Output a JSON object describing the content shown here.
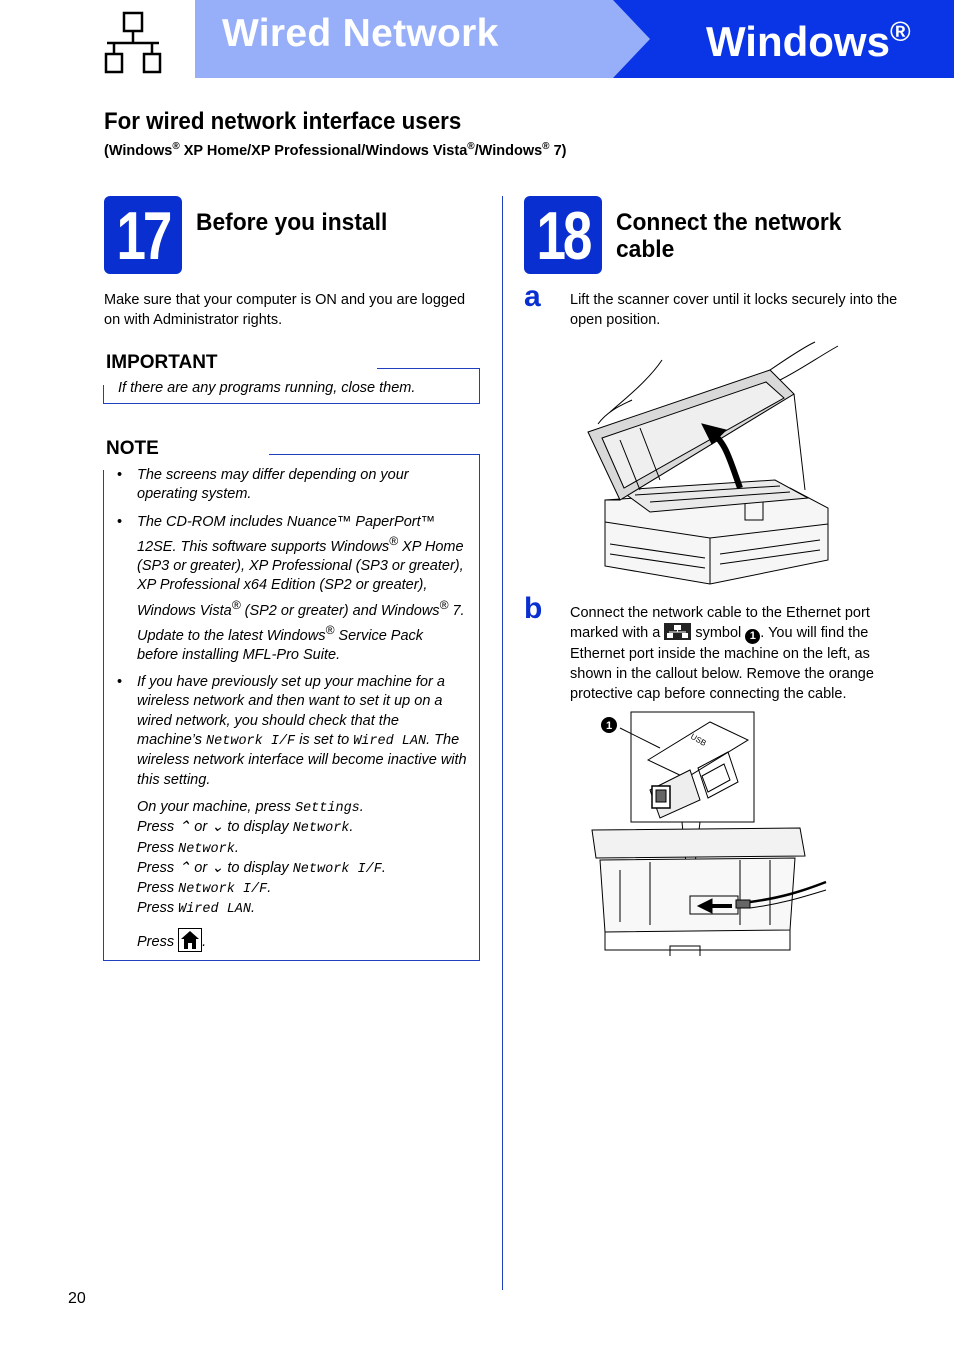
{
  "header": {
    "title": "Wired Network",
    "windows": "Windows",
    "reg": "®",
    "colors": {
      "band_light": "#97aef8",
      "band_dark": "#0a35e6",
      "accent": "#0a2fd1"
    }
  },
  "section": {
    "title": "For wired network interface users",
    "subtitle_parts": [
      "(Windows",
      "®",
      " XP Home/XP Professional/Windows Vista",
      "®",
      "/Windows",
      "®",
      " 7)"
    ]
  },
  "step17": {
    "number": "17",
    "title": "Before you install",
    "body": "Make sure that your computer is ON and you are logged on with Administrator rights.",
    "important": {
      "heading": "IMPORTANT",
      "text": "If there are any programs running, close them."
    },
    "note": {
      "heading": "NOTE",
      "items": {
        "0": "The screens may differ depending on your operating system.",
        "1": {
          "a": "The CD-ROM includes Nuance™ PaperPort™ 12SE. This software supports Windows",
          "r1": "®",
          "b": " XP Home (SP3 or greater), XP Professional (SP3 or greater), XP Professional x64 Edition (SP2 or greater), Windows Vista",
          "r2": "®",
          "c": " (SP2 or greater) and Windows",
          "r3": "®",
          "d": " 7. Update to the latest Windows",
          "r4": "®",
          "e": " Service Pack before installing MFL-Pro Suite."
        },
        "2": {
          "a": "If you have previously set up your machine for a wireless network and then want to set it up on a wired network, you should check that the machine’s ",
          "m1": "Network I/F",
          "b": " is set to ",
          "m2": "Wired LAN",
          "c": ". The wireless network interface will become inactive with this setting."
        }
      },
      "steps": {
        "s1a": "On your machine, press ",
        "s1m": "Settings",
        "s1b": ".",
        "s2a": "Press ",
        "s2or": " or ",
        "s2b": " to display ",
        "s2m": "Network",
        "s2c": ".",
        "s3a": "Press ",
        "s3m": "Network",
        "s3b": ".",
        "s4a": "Press ",
        "s4or": " or ",
        "s4b": " to display ",
        "s4m": "Network I/F",
        "s4c": ".",
        "s5a": "Press ",
        "s5m": "Network I/F",
        "s5b": ".",
        "s6a": "Press ",
        "s6m": "Wired LAN",
        "s6b": ".",
        "s7a": "Press ",
        "s7b": "."
      }
    }
  },
  "step18": {
    "number": "18",
    "title_line1": "Connect the network",
    "title_line2": "cable",
    "a": {
      "letter": "a",
      "text": "Lift the scanner cover until it locks securely into the open position."
    },
    "b": {
      "letter": "b",
      "text1": "Connect the network cable to the Ethernet port marked with a ",
      "text2": " symbol ",
      "callout": "1",
      "text3": ". You will find the Ethernet port inside the machine on the left, as shown in the callout below. Remove the orange protective cap before connecting the cable."
    },
    "illustration": {
      "callout": "1",
      "usb_label": "USB"
    }
  },
  "page_number": "20"
}
